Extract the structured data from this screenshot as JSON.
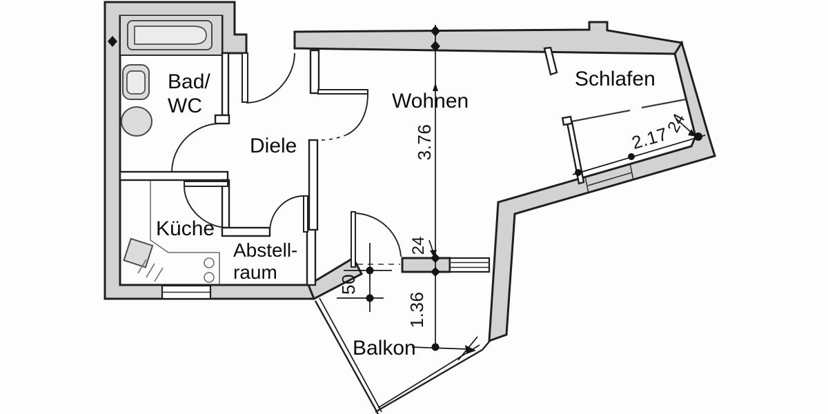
{
  "floor_plan": {
    "type": "apartment-floor-plan",
    "language": "de",
    "rooms": {
      "bad_wc": {
        "line1": "Bad/",
        "line2": "WC"
      },
      "diele": {
        "label": "Diele"
      },
      "kueche": {
        "label": "Küche"
      },
      "abstellraum": {
        "line1": "Abstell-",
        "line2": "raum"
      },
      "wohnen": {
        "label": "Wohnen"
      },
      "schlafen": {
        "label": "Schlafen"
      },
      "balkon": {
        "label": "Balkon"
      }
    },
    "dimensions": {
      "wohnen_depth_m": "3.76",
      "balkon_wall_thickness_cm": "24",
      "balkon_step_cm": "50",
      "balkon_depth_m": "1.36",
      "schlafen_wall_length_m": "2.17",
      "schlafen_wall_thickness_cm": "24"
    },
    "colors": {
      "wall_fill": "#d2d2d2",
      "outline": "#1f1f1f",
      "fixture": "#dcdcdc",
      "background": "#fdfdfd"
    }
  }
}
